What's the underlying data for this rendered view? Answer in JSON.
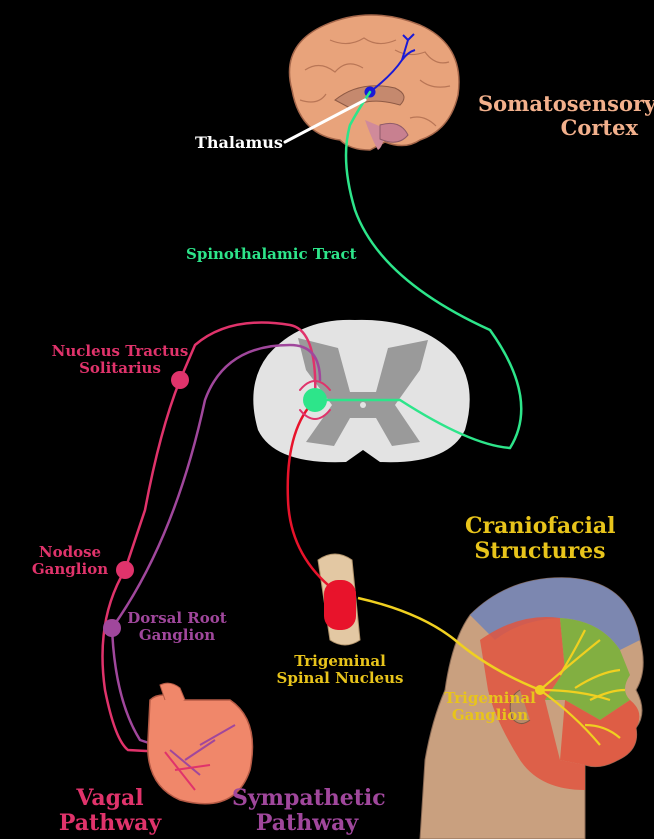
{
  "labels": {
    "somatosensory": "Somatosensory\nCortex",
    "thalamus": "Thalamus",
    "spinothalamic": "Spinothalamic Tract",
    "nts": "Nucleus Tractus\nSolitarius",
    "nodose": "Nodose\nGanglion",
    "drg": "Dorsal Root\nGanglion",
    "craniofacial": "Craniofacial\nStructures",
    "trig_nucleus": "Trigeminal\nSpinal Nucleus",
    "trig_ganglion": "Trigeminal\nGanglion",
    "vagal": "Vagal\nPathway",
    "sympathetic": "Sympathetic\nPathway"
  },
  "colors": {
    "background": "#000000",
    "somatosensory_text": "#f2b08c",
    "thalamus_text": "#ffffff",
    "spinothalamic": "#2de58a",
    "vagal": "#e0336b",
    "sympathetic": "#a0479c",
    "trigeminal_text": "#e8c41b",
    "trigeminal_nucleus": "#e8132b",
    "cortex_blue": "#1a1ad6",
    "brain": "#e8a37b",
    "spinal_cord_white": "#e3e3e3",
    "spinal_cord_grey": "#9a9a9a",
    "heart": "#f0876a",
    "face_red": "#e0553f",
    "face_green": "#7ab03b",
    "face_blue": "#6e82b8"
  }
}
